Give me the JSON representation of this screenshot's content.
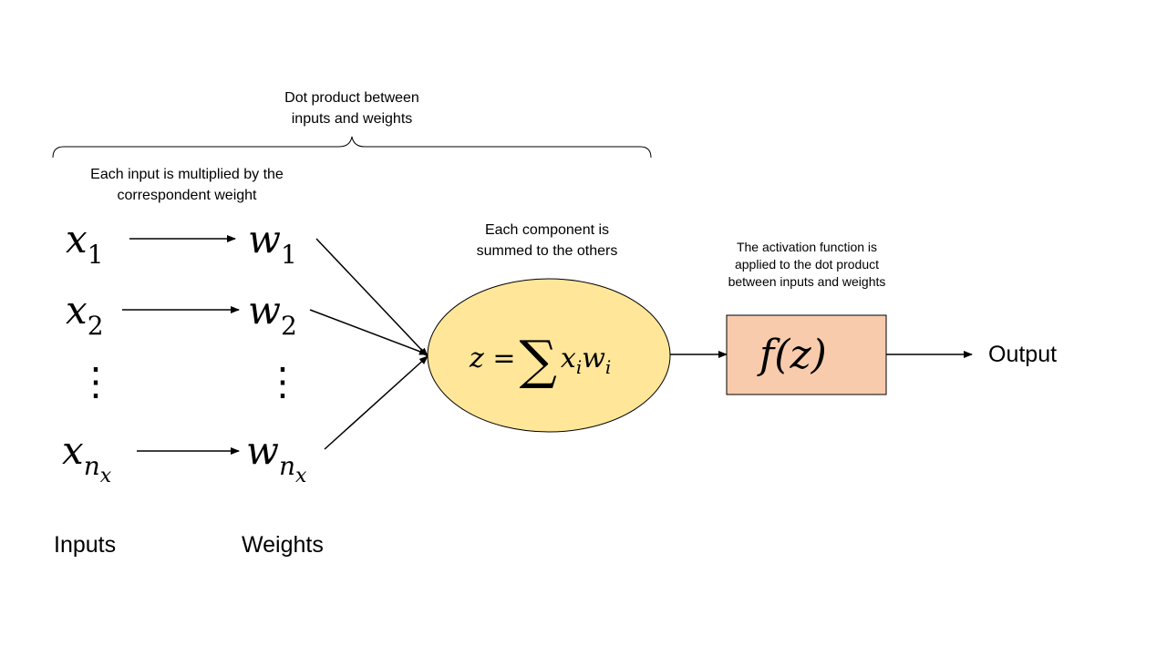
{
  "annotations": {
    "dot_product": [
      "Dot product between",
      "inputs and weights"
    ],
    "multiply": [
      "Each input is multiplied by the",
      "correspondent weight"
    ],
    "sum": [
      "Each component is",
      "summed to the others"
    ],
    "activation": [
      "The activation function is",
      "applied to the dot product",
      "between inputs and weights"
    ]
  },
  "inputs": [
    {
      "base": "x",
      "sub": "1"
    },
    {
      "base": "x",
      "sub": "2"
    },
    {
      "base": "x",
      "sub": "n",
      "subsub": "x"
    }
  ],
  "weights": [
    {
      "base": "w",
      "sub": "1"
    },
    {
      "base": "w",
      "sub": "2"
    },
    {
      "base": "w",
      "sub": "n",
      "subsub": "x"
    }
  ],
  "ellipsis": "⋮",
  "summation": {
    "lhs": "z",
    "equals": "=",
    "sigma": "∑",
    "term1": "x",
    "term1_sub": "i",
    "term2": "w",
    "term2_sub": "i"
  },
  "activation_formula": "f(z)",
  "labels": {
    "inputs": "Inputs",
    "weights": "Weights",
    "output": "Output"
  },
  "colors": {
    "summation_fill": "#FFE699",
    "activation_fill": "#F8CBAD",
    "stroke": "#000000"
  }
}
